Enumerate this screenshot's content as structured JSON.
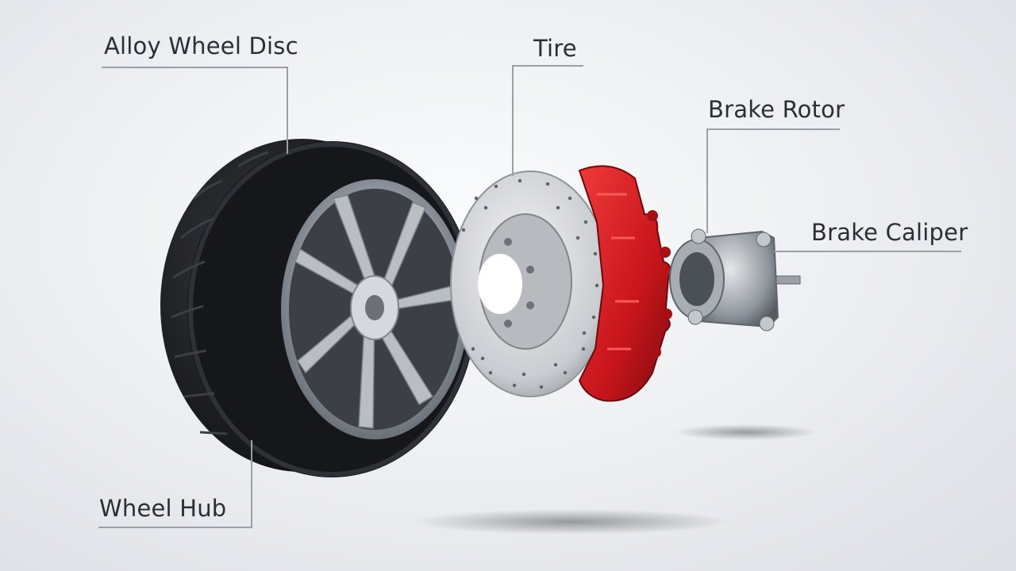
{
  "labels": {
    "alloy_wheel_disc": "Alloy Wheel Disc",
    "tire": "Tire",
    "brake_rotor": "Brake Rotor",
    "brake_caliper": "Brake Caliper",
    "wheel_hub": "Wheel Hub"
  },
  "colors": {
    "background": "#eef0f3",
    "tire": "#1b1d20",
    "rim": "#a9aeb4",
    "rotor": "#d9dcdf",
    "caliper": "#c8151b",
    "hub": "#8e959c",
    "leader_line": "#9aa0a6",
    "text": "#2b2f33"
  }
}
